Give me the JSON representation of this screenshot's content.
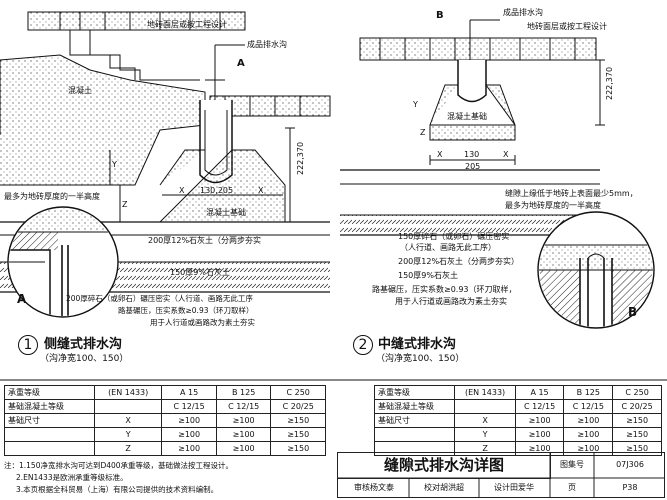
{
  "drawing": {
    "left": {
      "labels": {
        "paving": "地砖面层或按工程设计",
        "channel": "成品排水沟",
        "concrete": "混凝土",
        "section_ref": "A",
        "base": "混凝土基础",
        "dim_width": "130,205",
        "dim_height": "222,370",
        "x1": "X",
        "x2": "X",
        "y": "Y",
        "z": "Z",
        "note_max": "最多为地砖厚度的一半高度",
        "layer1": "200厚12%石灰土（分两步夯实",
        "layer2": "150厚9%石灰土",
        "layer3a": "200厚碎石（或卵石）碾压密实（人行道、画路无此工序",
        "layer3b": "路基碾压，压实系数≥0.93（环刀取样）",
        "layer3c": "用于人行道或画路改为素土夯实",
        "detail_tag": "A"
      },
      "caption": {
        "number": "1",
        "title": "侧缝式排水沟",
        "subtitle": "（沟净宽100、150）"
      }
    },
    "right": {
      "labels": {
        "channel": "成品排水沟",
        "paving": "地砖面层或按工程设计",
        "section_ref": "B",
        "base": "混凝土基础",
        "dim_130": "130",
        "dim_205": "205",
        "dim_height": "222,370",
        "x1": "X",
        "x2": "X",
        "y": "Y",
        "z": "Z",
        "note1": "缝隙上缘低于地砖上表面最少5mm，",
        "note2": "最多为地砖厚度的一半高度",
        "layer1": "150厚碎石（或卵石）碾压密实",
        "layer1b": "（人行道、画路无此工序）",
        "layer2": "200厚12%石灰土（分两步夯实）",
        "layer3": "150厚9%石灰土",
        "layer4a": "路基碾压，压实系数≥0.93（环刀取样，",
        "layer4b": "用于人行道或画路改为素土夯实",
        "detail_tag": "B"
      },
      "caption": {
        "number": "2",
        "title": "中缝式排水沟",
        "subtitle": "（沟净宽100、150）"
      }
    }
  },
  "tables": {
    "left": {
      "header": [
        "承重等级",
        "(EN 1433)",
        "A 15",
        "B 125",
        "C 250"
      ],
      "rows": [
        [
          "基础混凝土等级",
          "",
          "C 12/15",
          "C 12/15",
          "C 20/25"
        ],
        [
          "基础尺寸",
          "X",
          "≥100",
          "≥100",
          "≥150"
        ],
        [
          "",
          "Y",
          "≥100",
          "≥100",
          "≥150"
        ],
        [
          "",
          "Z",
          "≥100",
          "≥100",
          "≥150"
        ]
      ]
    },
    "right": {
      "header": [
        "承重等级",
        "(EN 1433)",
        "A 15",
        "B 125",
        "C 250"
      ],
      "rows": [
        [
          "基础混凝土等级",
          "",
          "C 12/15",
          "C 12/15",
          "C 20/25"
        ],
        [
          "基础尺寸",
          "X",
          "≥100",
          "≥100",
          "≥150"
        ],
        [
          "",
          "Y",
          "≥100",
          "≥100",
          "≥150"
        ],
        [
          "",
          "Z",
          "≥100",
          "≥100",
          "≥150"
        ]
      ]
    }
  },
  "notes": {
    "n1": "注：1.150净宽排水沟可达到D400承重等级，基础做法按工程设计。",
    "n2": "2.EN1433是欧洲承重等级标准。",
    "n3": "3.本页根据全科贸易（上海）有限公司提供的技术资料编制。"
  },
  "title_block": {
    "title": "缝隙式排水沟详图",
    "atlas_label": "图集号",
    "atlas_no": "07J306",
    "review": "审核杨文泰",
    "check": "校对胡洪超",
    "design": "设计田爱华",
    "page_label": "页",
    "page_no": "P38"
  }
}
